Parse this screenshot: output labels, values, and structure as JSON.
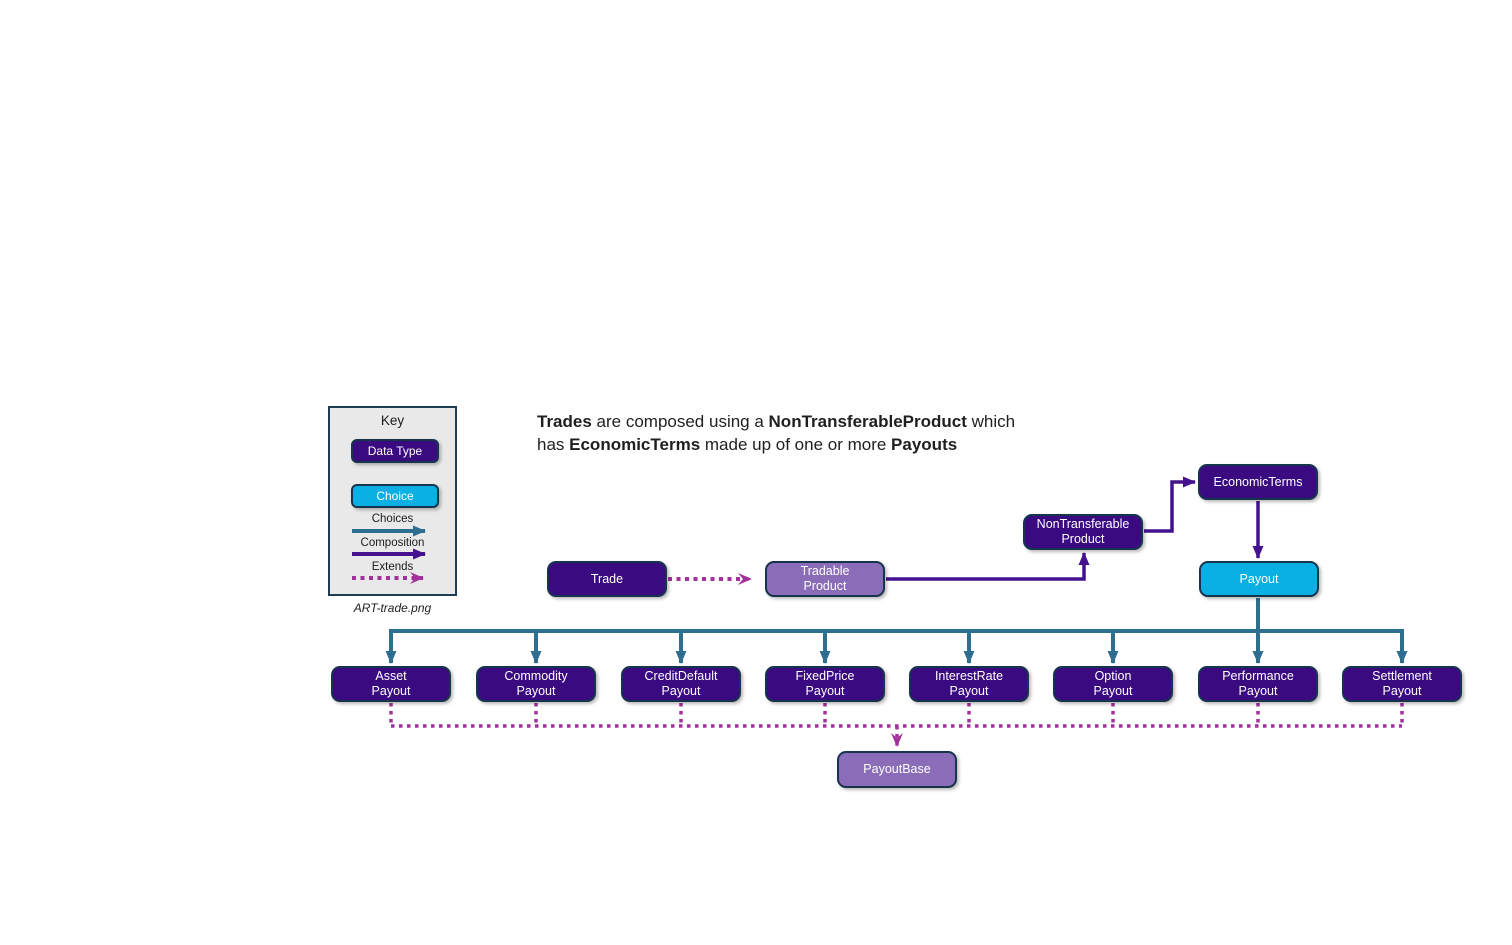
{
  "key": {
    "title": "Key",
    "data_type_label": "Data Type",
    "choice_label": "Choice",
    "choices_label": "Choices",
    "composition_label": "Composition",
    "extends_label": "Extends",
    "caption": "ART-trade.png"
  },
  "headline": {
    "l1s1": "Trades",
    "l1s2": " are composed using a ",
    "l1s3": "NonTransferableProduct",
    "l1s4": " which",
    "l2s1": "has ",
    "l2s2": "EconomicTerms",
    "l2s3": " made up of one or more ",
    "l2s4": "Payouts"
  },
  "diagram": {
    "nodes": {
      "trade": {
        "label": "Trade",
        "type": "data-type"
      },
      "tradable_product": {
        "label": "Tradable\nProduct",
        "type": "abstract"
      },
      "non_transferable_product": {
        "label": "NonTransferable\nProduct",
        "type": "data-type"
      },
      "economic_terms": {
        "label": "EconomicTerms",
        "type": "data-type"
      },
      "payout": {
        "label": "Payout",
        "type": "choice"
      },
      "payout_base": {
        "label": "PayoutBase",
        "type": "abstract"
      }
    },
    "payout_types": [
      {
        "label": "Asset\nPayout"
      },
      {
        "label": "Commodity\nPayout"
      },
      {
        "label": "CreditDefault\nPayout"
      },
      {
        "label": "FixedPrice\nPayout"
      },
      {
        "label": "InterestRate\nPayout"
      },
      {
        "label": "Option\nPayout"
      },
      {
        "label": "Performance\nPayout"
      },
      {
        "label": "Settlement\nPayout"
      }
    ],
    "relationships": {
      "choices_color": "#2e6e91",
      "composition_color": "#45128f",
      "extends_color": "#a4309c"
    }
  },
  "colors": {
    "data_type_fill": "#3a0a80",
    "choice_fill": "#0ab0e4",
    "abstract_fill": "#8b6cb9",
    "box_border": "#16344c",
    "key_panel_bg": "#e9e9e9",
    "key_panel_border": "#1e3d52",
    "text": "#1c1c1c",
    "background": "#ffffff"
  }
}
